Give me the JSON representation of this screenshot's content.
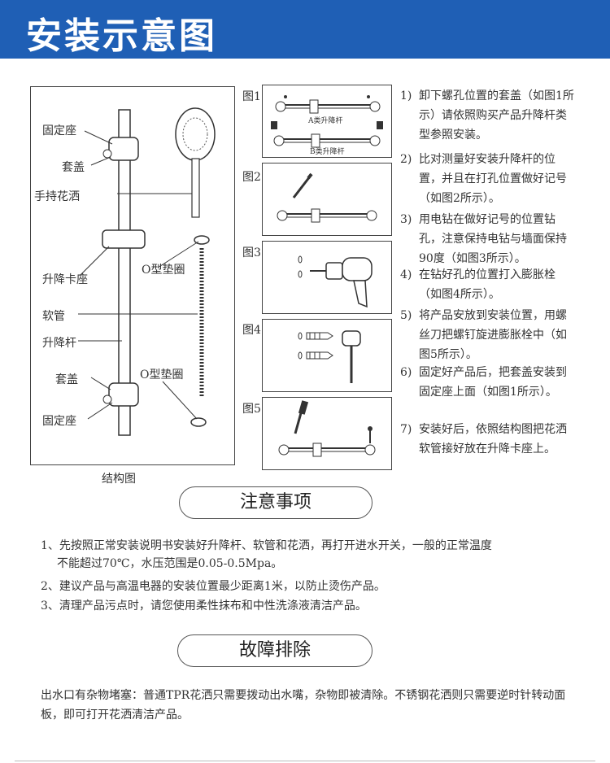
{
  "header": {
    "title": "安装示意图",
    "color": "#1f5fb5"
  },
  "structure": {
    "caption": "结构图",
    "labels": {
      "fixed_seat_top": "固定座",
      "cover_top": "套盖",
      "handheld_shower": "手持花洒",
      "lift_clip": "升降卡座",
      "o_ring_top": "O型垫圈",
      "hose": "软管",
      "lift_rod": "升降杆",
      "cover_bottom": "套盖",
      "o_ring_bottom": "O型垫圈",
      "fixed_seat_bottom": "固定座"
    }
  },
  "figures": {
    "fig1": {
      "label": "图1",
      "a_caption": "A类升降杆",
      "b_caption": "B类升降杆"
    },
    "fig2": {
      "label": "图2"
    },
    "fig3": {
      "label": "图3"
    },
    "fig4": {
      "label": "图4"
    },
    "fig5": {
      "label": "图5"
    }
  },
  "steps": [
    {
      "num": "1)",
      "text": "卸下螺孔位置的套盖（如图1所示）请依照购买产品升降杆类型参照安装。"
    },
    {
      "num": "2)",
      "text": "比对测量好安装升降杆的位置，并且在打孔位置做好记号（如图2所示）。"
    },
    {
      "num": "3)",
      "text": "用电钻在做好记号的位置钻孔，注意保持电钻与墙面保持90度（如图3所示）。"
    },
    {
      "num": "4)",
      "text": "在钻好孔的位置打入膨胀栓（如图4所示）。"
    },
    {
      "num": "5)",
      "text": "将产品安放到安装位置，用螺丝刀把螺钉旋进膨胀栓中（如图5所示）。"
    },
    {
      "num": "6)",
      "text": "固定好产品后，把套盖安装到固定座上面（如图1所示）。"
    },
    {
      "num": "7)",
      "text": "安装好后，依照结构图把花洒软管接好放在升降卡座上。"
    }
  ],
  "notice": {
    "title": "注意事项",
    "items": [
      {
        "line1": "1、先按照正常安装说明书安装好升降杆、软管和花洒，再打开进水开关，一般的正常温度",
        "line2": "不能超过70℃，水压范围是0.05-0.5Mpa。"
      },
      {
        "line1": "2、建议产品与高温电器的安装位置最少距离1米，以防止烫伤产品。",
        "line2": ""
      },
      {
        "line1": "3、清理产品污点时，请您使用柔性抹布和中性洗涤液清洁产品。",
        "line2": ""
      }
    ]
  },
  "troubleshoot": {
    "title": "故障排除",
    "text": "出水口有杂物堵塞：普通TPR花洒只需要拨动出水嘴，杂物即被清除。不锈钢花洒则只需要逆时针转动面板，即可打开花洒清洁产品。"
  }
}
